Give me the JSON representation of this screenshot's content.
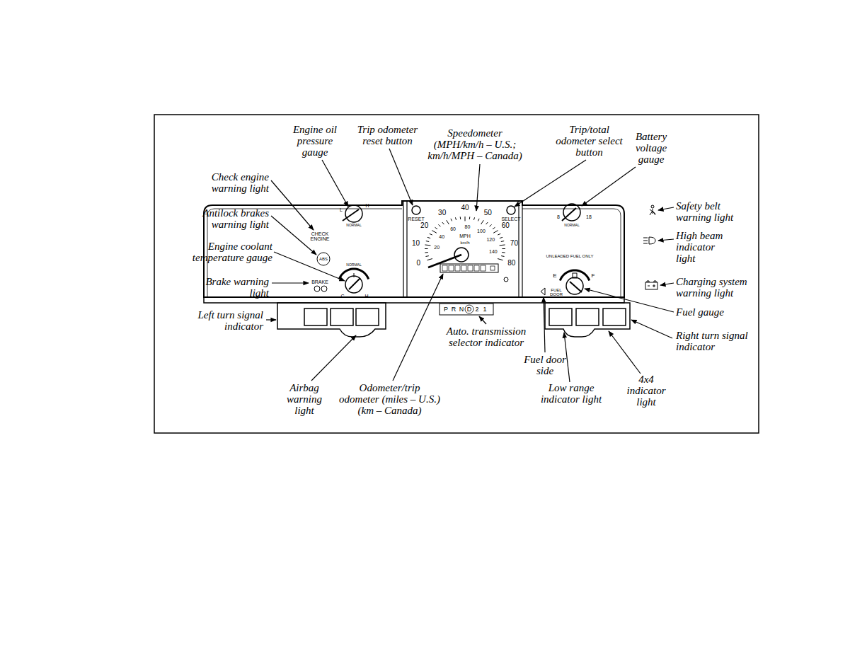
{
  "diagram": {
    "labels": [
      "Engine oil pressure gauge",
      "Trip odometer reset button",
      "Speedometer (MPH/km/h – U.S.; km/h/MPH – Canada)",
      "Trip/total odometer select button",
      "Battery voltage gauge",
      "Check engine warning light",
      "Antilock brakes warning light",
      "Engine coolant temperature gauge",
      "Brake warning light",
      "Left turn signal indicator",
      "Safety belt warning light",
      "High beam indicator light",
      "Charging system warning light",
      "Fuel gauge",
      "Right turn signal indicator",
      "Auto. transmission selector indicator",
      "Fuel door side",
      "Airbag warning light",
      "Odometer/trip odometer (miles – U.S.) (km – Canada)",
      "Low range indicator light",
      "4x4 indicator light",
      "CHECK ENGINE",
      "ABS",
      "BRAKE",
      "L",
      "H",
      "NORMAL",
      "NORMAL",
      "C",
      "H",
      "RESET",
      "SELECT",
      "0",
      "10",
      "20",
      "30",
      "40",
      "50",
      "60",
      "70",
      "80",
      "20",
      "40",
      "60",
      "80",
      "100",
      "120",
      "140",
      "MPH",
      "km/h",
      "P",
      "R",
      "N",
      "D",
      "2",
      "1",
      "8",
      "18",
      "NORMAL",
      "UNLEADED FUEL ONLY",
      "E",
      "F",
      "FUEL DOOR"
    ]
  }
}
